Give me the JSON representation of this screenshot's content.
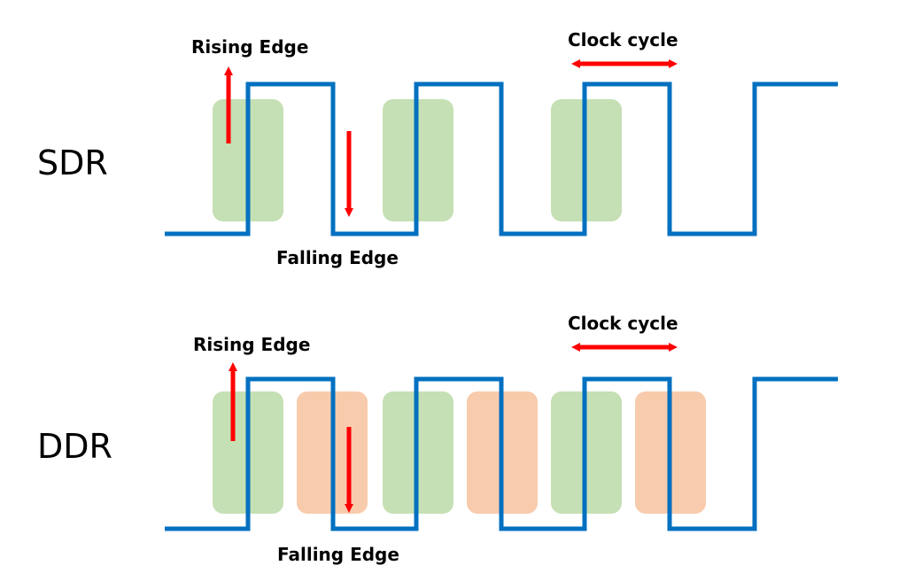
{
  "colors": {
    "signal": "#0070C0",
    "arrow": "#FF0000",
    "rising_window": "#C5E0B4",
    "falling_window": "#F8CBAD",
    "text": "#000000"
  },
  "sdr": {
    "label": "SDR",
    "rising_edge_label": "Rising Edge",
    "falling_edge_label": "Falling Edge",
    "clock_cycle_label": "Clock cycle"
  },
  "ddr": {
    "label": "DDR",
    "rising_edge_label": "Rising Edge",
    "falling_edge_label": "Falling Edge",
    "clock_cycle_label": "Clock cycle"
  }
}
